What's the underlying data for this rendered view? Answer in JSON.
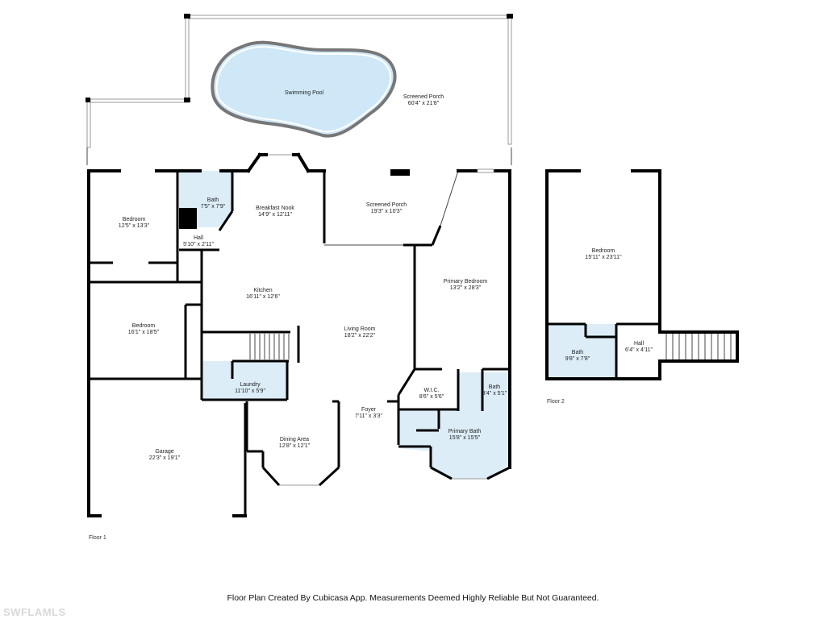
{
  "floor1": {
    "label": "Floor 1",
    "rooms": [
      {
        "id": "swimming-pool",
        "name": "Swimming Pool",
        "dims": ""
      },
      {
        "id": "screened-porch-top",
        "name": "Screened Porch",
        "dims": "60'4\" x 21'8\""
      },
      {
        "id": "bedroom-nw",
        "name": "Bedroom",
        "dims": "12'5\" x 13'3\""
      },
      {
        "id": "bath-top",
        "name": "Bath",
        "dims": "7'5\" x 7'9\""
      },
      {
        "id": "hall-top",
        "name": "Hall",
        "dims": "5'10\" x 2'11\""
      },
      {
        "id": "breakfast-nook",
        "name": "Breakfast Nook",
        "dims": "14'9\" x 12'11\""
      },
      {
        "id": "screened-porch-mid",
        "name": "Screened Porch",
        "dims": "19'3\" x 10'3\""
      },
      {
        "id": "primary-bedroom",
        "name": "Primary Bedroom",
        "dims": "13'2\" x 28'3\""
      },
      {
        "id": "kitchen",
        "name": "Kitchen",
        "dims": "16'11\" x 12'6\""
      },
      {
        "id": "bedroom-w",
        "name": "Bedroom",
        "dims": "16'1\" x 18'5\""
      },
      {
        "id": "living-room",
        "name": "Living Room",
        "dims": "18'2\" x 22'2\""
      },
      {
        "id": "laundry",
        "name": "Laundry",
        "dims": "11'10\" x 5'9\""
      },
      {
        "id": "wic",
        "name": "W.I.C.",
        "dims": "8'6\" x 5'6\""
      },
      {
        "id": "bath-small",
        "name": "Bath",
        "dims": "3'4\" x 5'1\""
      },
      {
        "id": "foyer",
        "name": "Foyer",
        "dims": "7'11\" x 3'3\""
      },
      {
        "id": "primary-bath",
        "name": "Primary Bath",
        "dims": "15'8\" x 15'5\""
      },
      {
        "id": "dining-area",
        "name": "Dining Area",
        "dims": "12'8\" x 12'1\""
      },
      {
        "id": "garage",
        "name": "Garage",
        "dims": "22'3\" x 19'1\""
      }
    ]
  },
  "floor2": {
    "label": "Floor 2",
    "rooms": [
      {
        "id": "bedroom-up",
        "name": "Bedroom",
        "dims": "15'11\" x 23'11\""
      },
      {
        "id": "bath-up",
        "name": "Bath",
        "dims": "9'8\" x 7'8\""
      },
      {
        "id": "hall-up",
        "name": "Hall",
        "dims": "6'4\" x 4'11\""
      }
    ]
  },
  "footer_note": "Floor Plan Created By Cubicasa App. Measurements Deemed Highly Reliable But Not Guaranteed.",
  "watermark": "SWFLAMLS"
}
